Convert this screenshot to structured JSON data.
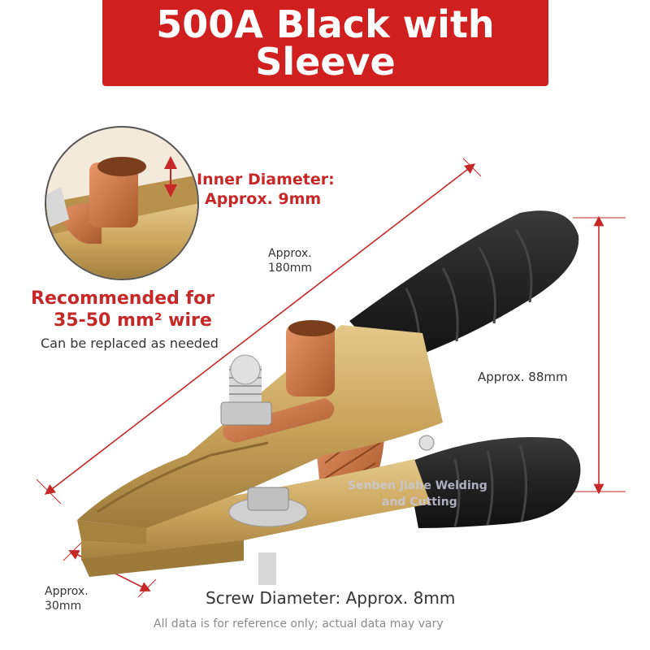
{
  "banner": {
    "line1": "500A Black with",
    "line2": "Sleeve"
  },
  "labels": {
    "inner_diameter_1": "Inner Diameter:",
    "inner_diameter_2": "Approx. 9mm",
    "length_1": "Approx.",
    "length_2": "180mm",
    "recommended_1": "Recommended for",
    "recommended_2": "35-50 mm² wire",
    "replaceable": "Can be replaced as needed",
    "height": "Approx. 88mm",
    "watermark_1": "Senben Jiahe Welding",
    "watermark_2": "and Cutting",
    "jaw_width_1": "Approx.",
    "jaw_width_2": "30mm",
    "screw_label": "Screw Diameter:",
    "screw_value": "Approx. 8mm",
    "disclaimer": "All data is for reference only; actual data may vary"
  },
  "colors": {
    "banner": "#d01f1f",
    "accent_text": "#c62828",
    "brass": "#c9a35a",
    "handle": "#222222",
    "copper": "#c8703d"
  }
}
